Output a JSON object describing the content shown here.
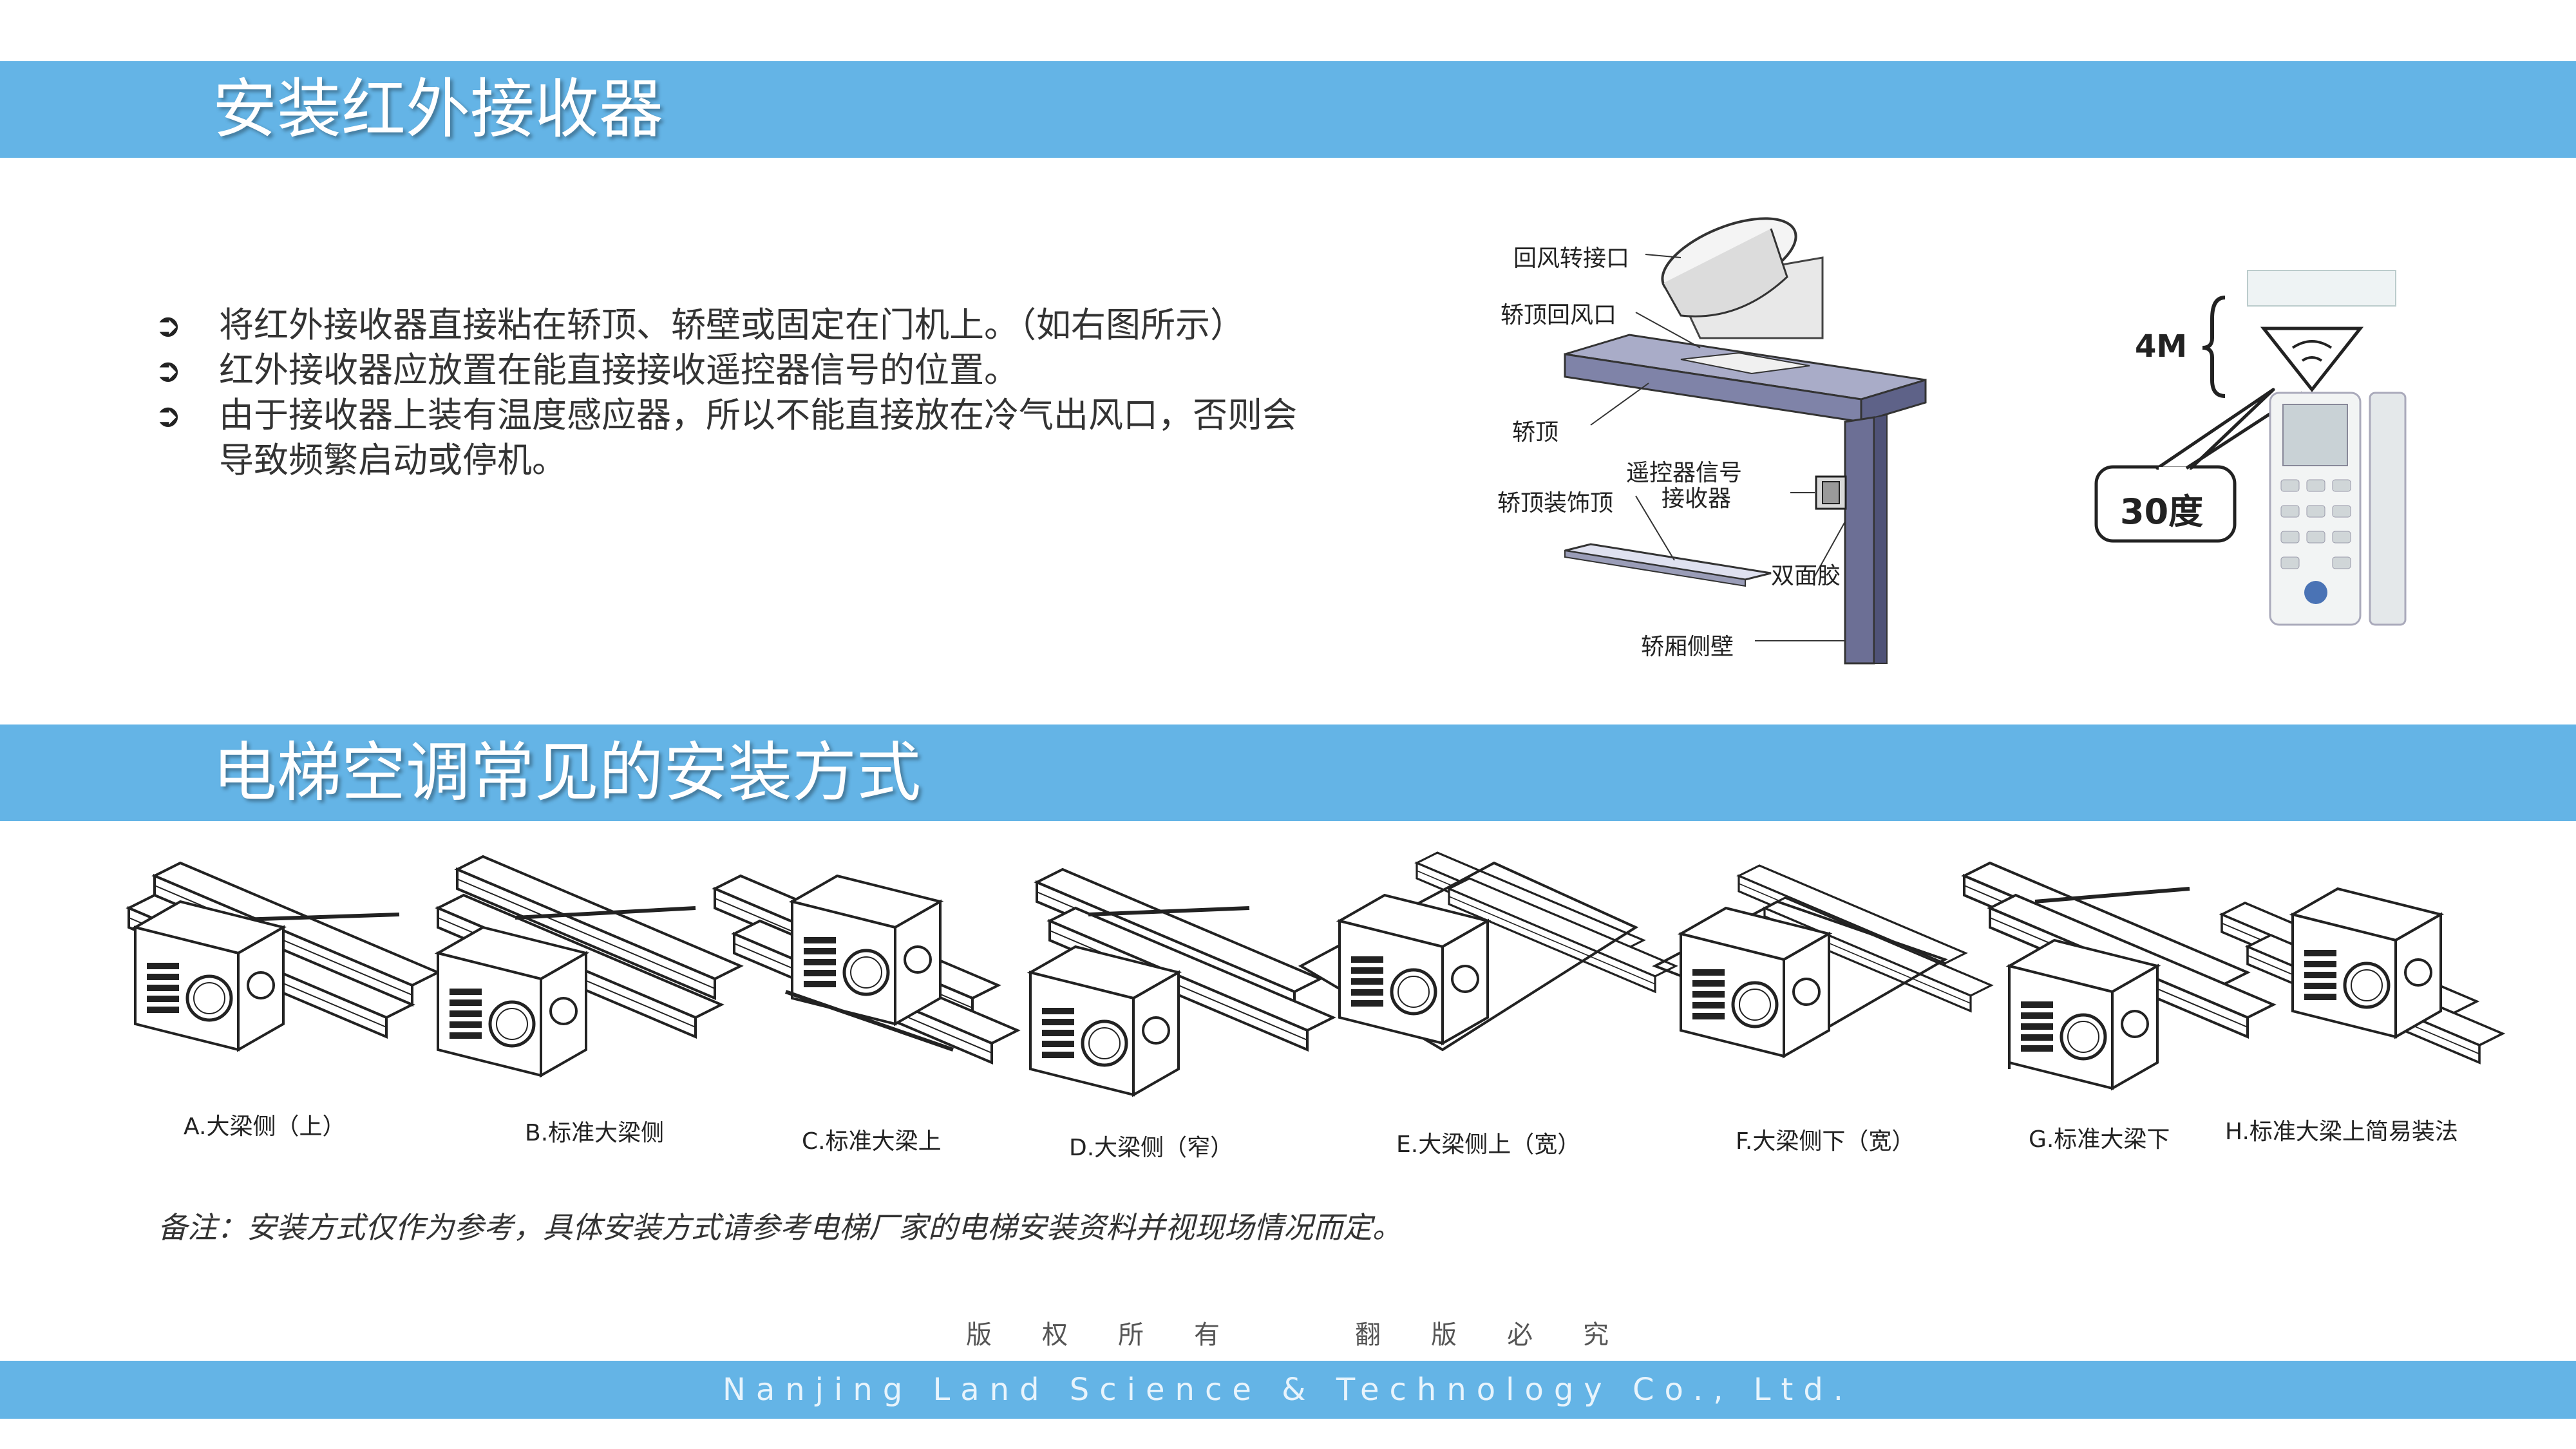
{
  "section1": {
    "title": "安装红外接收器"
  },
  "bullets": [
    "将红外接收器直接粘在轿顶、轿壁或固定在门机上。（如右图所示）",
    "红外接收器应放置在能直接接收遥控器信号的位置。",
    "由于接收器上装有温度感应器，所以不能直接放在冷气出风口，否则会导致频繁启动或停机。"
  ],
  "bullet_marker": "➲",
  "diagram1": {
    "labels": {
      "return_air_adapter": "回风转接口",
      "car_top_return": "轿顶回风口",
      "car_top": "轿顶",
      "receiver_line1": "遥控器信号",
      "receiver_line2": "接收器",
      "car_top_deco": "轿顶装饰顶",
      "double_tape": "双面胶",
      "car_side_wall": "轿厢侧壁"
    }
  },
  "diagram2": {
    "distance": "4M",
    "angle": "30度"
  },
  "section2": {
    "title": "电梯空调常见的安装方式"
  },
  "methods": [
    "A.大梁侧（上）",
    "B.标准大梁侧",
    "C.标准大梁上",
    "D.大梁侧（窄）",
    "E.大梁侧上（宽）",
    "F.大梁侧下（宽）",
    "G.标准大梁下",
    "H.标准大梁上简易装法"
  ],
  "note": "备注：安装方式仅作为参考，具体安装方式请参考电梯厂家的电梯安装资料并视现场情况而定。",
  "footer": {
    "copyright": [
      "版",
      "权",
      "所",
      "有",
      "翻",
      "版",
      "必",
      "究"
    ],
    "company": "Nanjing Land Science & Technology Co., Ltd."
  },
  "colors": {
    "band": "#64b4e6",
    "title_text": "#ffffff"
  }
}
